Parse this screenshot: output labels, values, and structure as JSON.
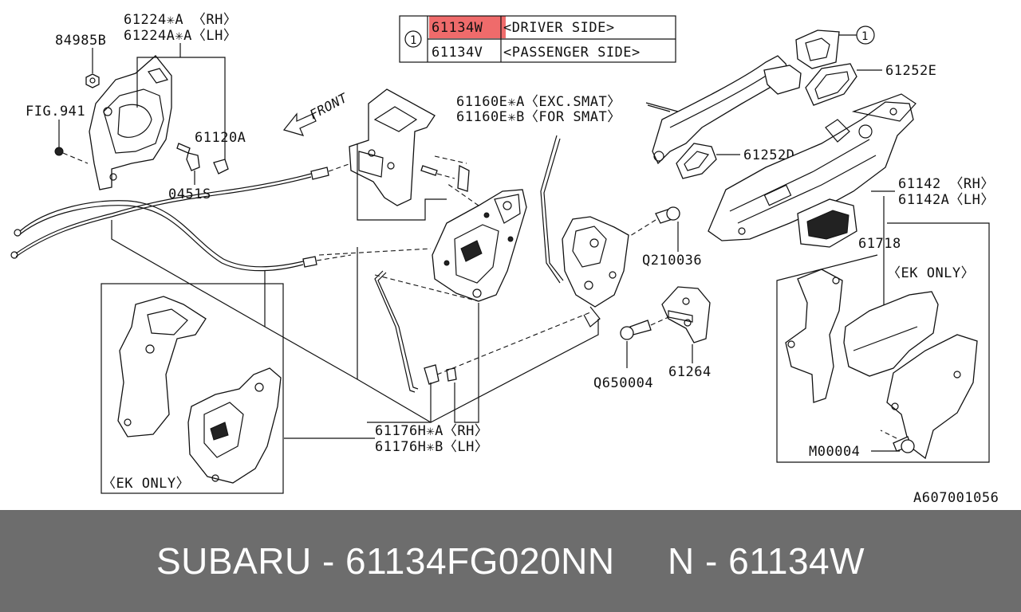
{
  "legend": {
    "number": "1",
    "rows": [
      {
        "code": "61134W",
        "desc": "<DRIVER SIDE>",
        "highlighted": true
      },
      {
        "code": "61134V",
        "desc": "<PASSENGER SIDE>",
        "highlighted": false
      }
    ],
    "highlight_color": "#ef6b6b"
  },
  "labels": {
    "p61224_rh": "61224✳A 〈RH〉",
    "p61224_lh": "61224A✳A〈LH〉",
    "p84985": "84985B",
    "fig941": "FIG.941",
    "p61120a": "61120A",
    "p0451s": "0451S",
    "front": "FRONT",
    "p61160_a": "61160E✳A〈EXC.SMAT〉",
    "p61160_b": "61160E✳B〈FOR SMAT〉",
    "callout1": "1",
    "p61252e": "61252E",
    "p61252d": "61252D",
    "p61142_rh": "61142 〈RH〉",
    "p61142_lh": "61142A〈LH〉",
    "p61718": "61718",
    "ek_only_right": "〈EK ONLY〉",
    "q210036": "Q210036",
    "q650004": "Q650004",
    "p61264": "61264",
    "p61176_a": "61176H✳A〈RH〉",
    "p61176_b": "61176H✳B〈LH〉",
    "m00004": "M00004",
    "ek_only_left": "〈EK ONLY〉",
    "diagram_id": "A607001056"
  },
  "footer": {
    "text": "SUBARU - 61134FG020NN     N - 61134W",
    "background": "#6d6d6d"
  }
}
